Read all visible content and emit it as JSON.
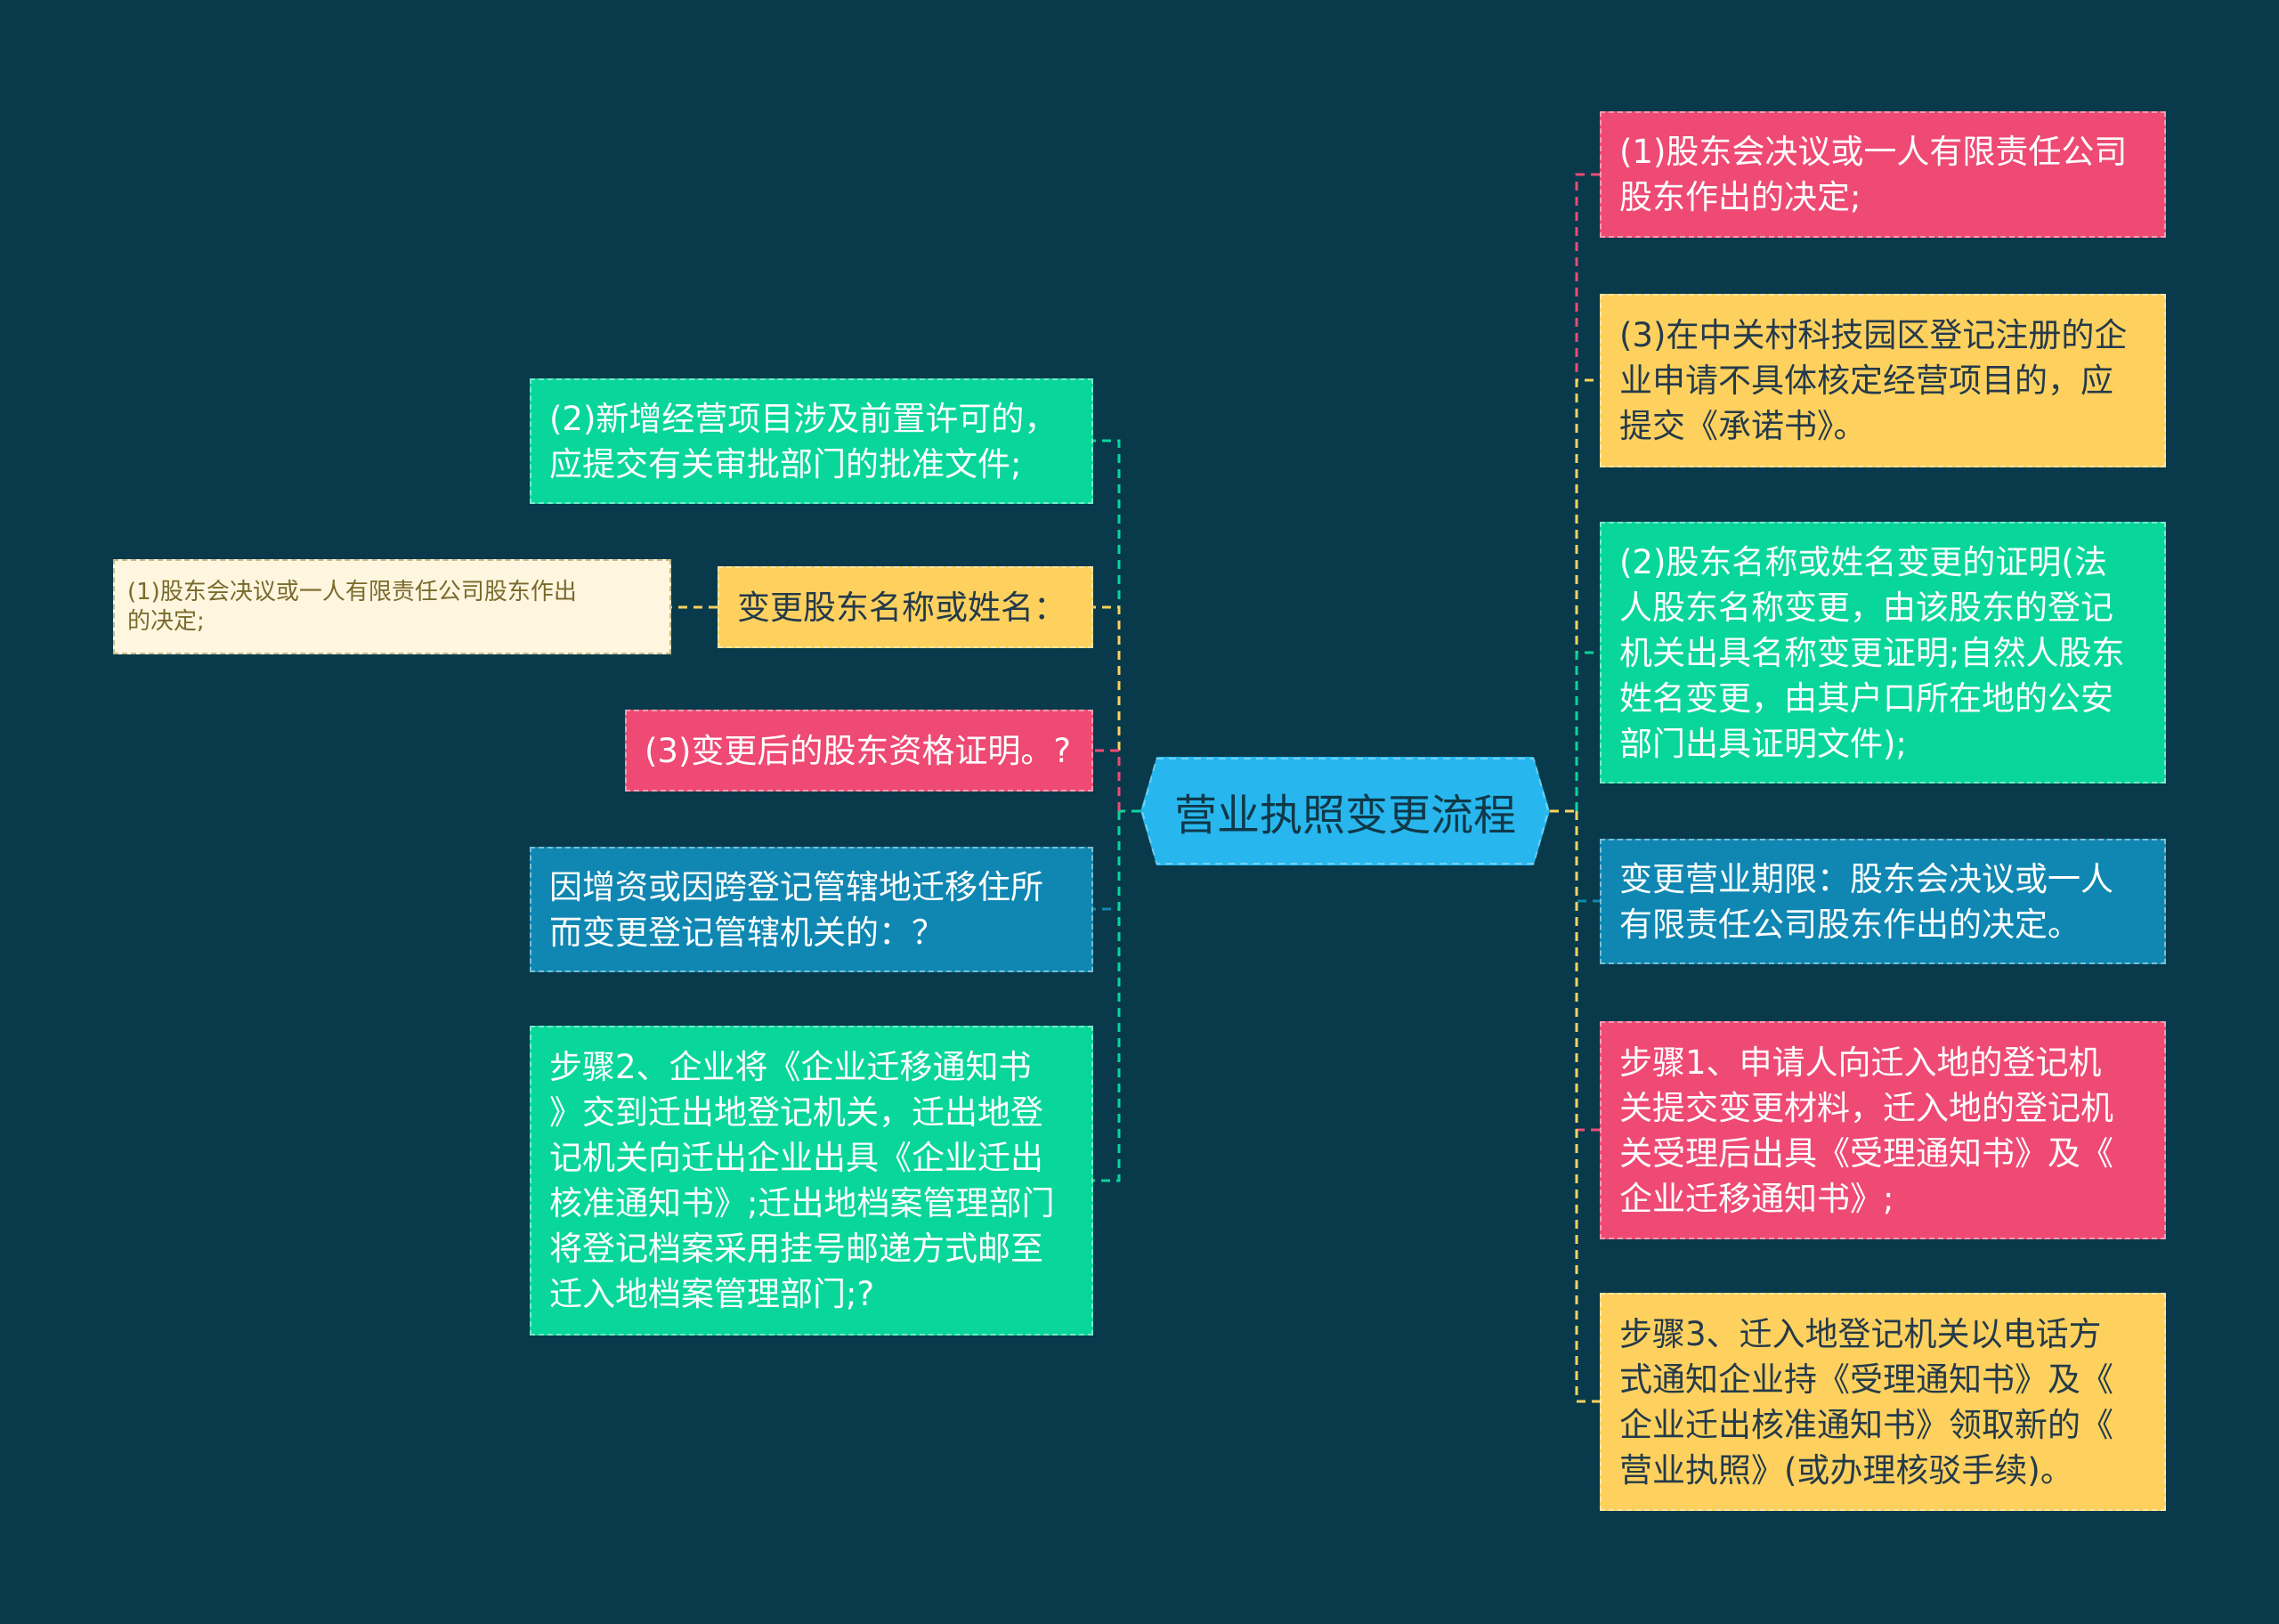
{
  "colors": {
    "background": "#083a4b",
    "pink": "#ee4a74",
    "yellow": "#fed15f",
    "green": "#09d69b",
    "blue": "#0f87b2",
    "cream": "#fef6df",
    "center": "#27b7ee"
  },
  "center": {
    "title": "营业执照变更流程"
  },
  "left_nodes": [
    {
      "id": "left-new-business",
      "color": "green",
      "text": "(2)新增经营项目涉及前置许可的，\n应提交有关审批部门的批准文件;"
    },
    {
      "id": "left-shareholder-name",
      "color": "yellow",
      "text": "变更股东名称或姓名："
    },
    {
      "id": "left-qualification",
      "color": "pink",
      "text": "(3)变更后的股东资格证明。?"
    },
    {
      "id": "left-relocation",
      "color": "blue",
      "text": "因增资或因跨登记管辖地迁移住所\n而变更登记管辖机关的：？"
    },
    {
      "id": "left-step2",
      "color": "green",
      "text": "步骤2、企业将《企业迁移通知书\n》交到迁出地登记机关，迁出地登\n记机关向迁出企业出具《企业迁出\n核准通知书》;迁出地档案管理部门\n将登记档案采用挂号邮递方式邮至\n迁入地档案管理部门;?"
    }
  ],
  "leaf_node": {
    "id": "leaf-shareholder-decision",
    "color": "cream",
    "text": "(1)股东会决议或一人有限责任公司股东作出\n的决定;"
  },
  "right_nodes": [
    {
      "id": "right-shareholder-decision",
      "color": "pink",
      "text": "(1)股东会决议或一人有限责任公司\n股东作出的决定;"
    },
    {
      "id": "right-zhongguancun",
      "color": "yellow",
      "text": "(3)在中关村科技园区登记注册的企\n业申请不具体核定经营项目的，应\n提交《承诺书》。"
    },
    {
      "id": "right-name-proof",
      "color": "green",
      "text": "(2)股东名称或姓名变更的证明(法\n人股东名称变更，由该股东的登记\n机关出具名称变更证明;自然人股东\n姓名变更，由其户口所在地的公安\n部门出具证明文件);"
    },
    {
      "id": "right-term",
      "color": "blue",
      "text": "变更营业期限：股东会决议或一人\n有限责任公司股东作出的决定。"
    },
    {
      "id": "right-step1",
      "color": "pink",
      "text": "步骤1、申请人向迁入地的登记机\n关提交变更材料，迁入地的登记机\n关受理后出具《受理通知书》及《\n企业迁移通知书》;"
    },
    {
      "id": "right-step3",
      "color": "yellow",
      "text": "步骤3、迁入地登记机关以电话方\n式通知企业持《受理通知书》及《\n企业迁出核准通知书》领取新的《\n营业执照》(或办理核驳手续)。"
    }
  ]
}
